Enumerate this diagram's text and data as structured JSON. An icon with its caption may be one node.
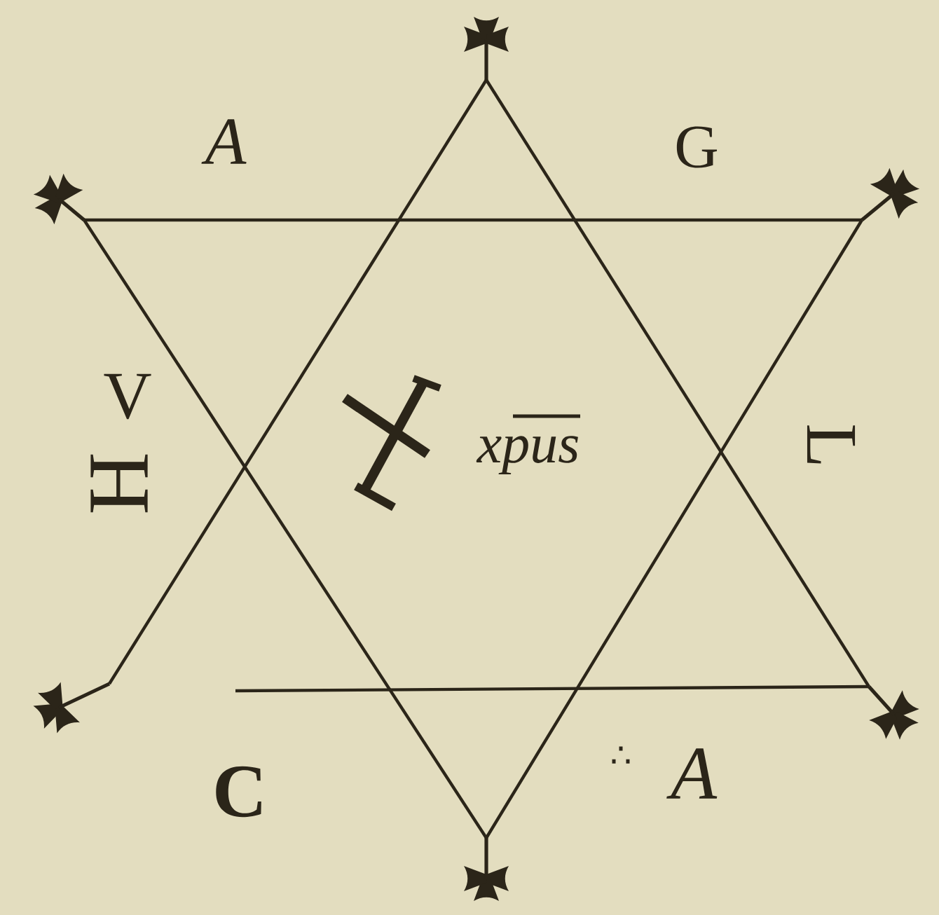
{
  "diagram": {
    "nodes": [
      {
        "text": [],
        "shape": "cross"
      },
      {
        "text": [],
        "shape": "cross"
      },
      {
        "text": [],
        "shape": "cross"
      },
      {
        "text": [],
        "shape": "cross"
      },
      {
        "text": [],
        "shape": "cross"
      },
      {
        "text": [],
        "shape": "cross"
      }
    ],
    "edges": [
      {
        "from": 1,
        "to": 2,
        "arrow": "none"
      },
      {
        "from": 2,
        "to": 5,
        "arrow": "none"
      },
      {
        "from": 1,
        "to": 5,
        "arrow": "none"
      },
      {
        "from": 0,
        "to": 3,
        "arrow": "none"
      },
      {
        "from": 0,
        "to": 4,
        "arrow": "none"
      },
      {
        "from": null,
        "to": 4,
        "arrow": "none"
      }
    ],
    "labels": [
      "A",
      "G",
      "V",
      "H",
      "xpus",
      "L",
      "C",
      "∴",
      "A"
    ]
  }
}
